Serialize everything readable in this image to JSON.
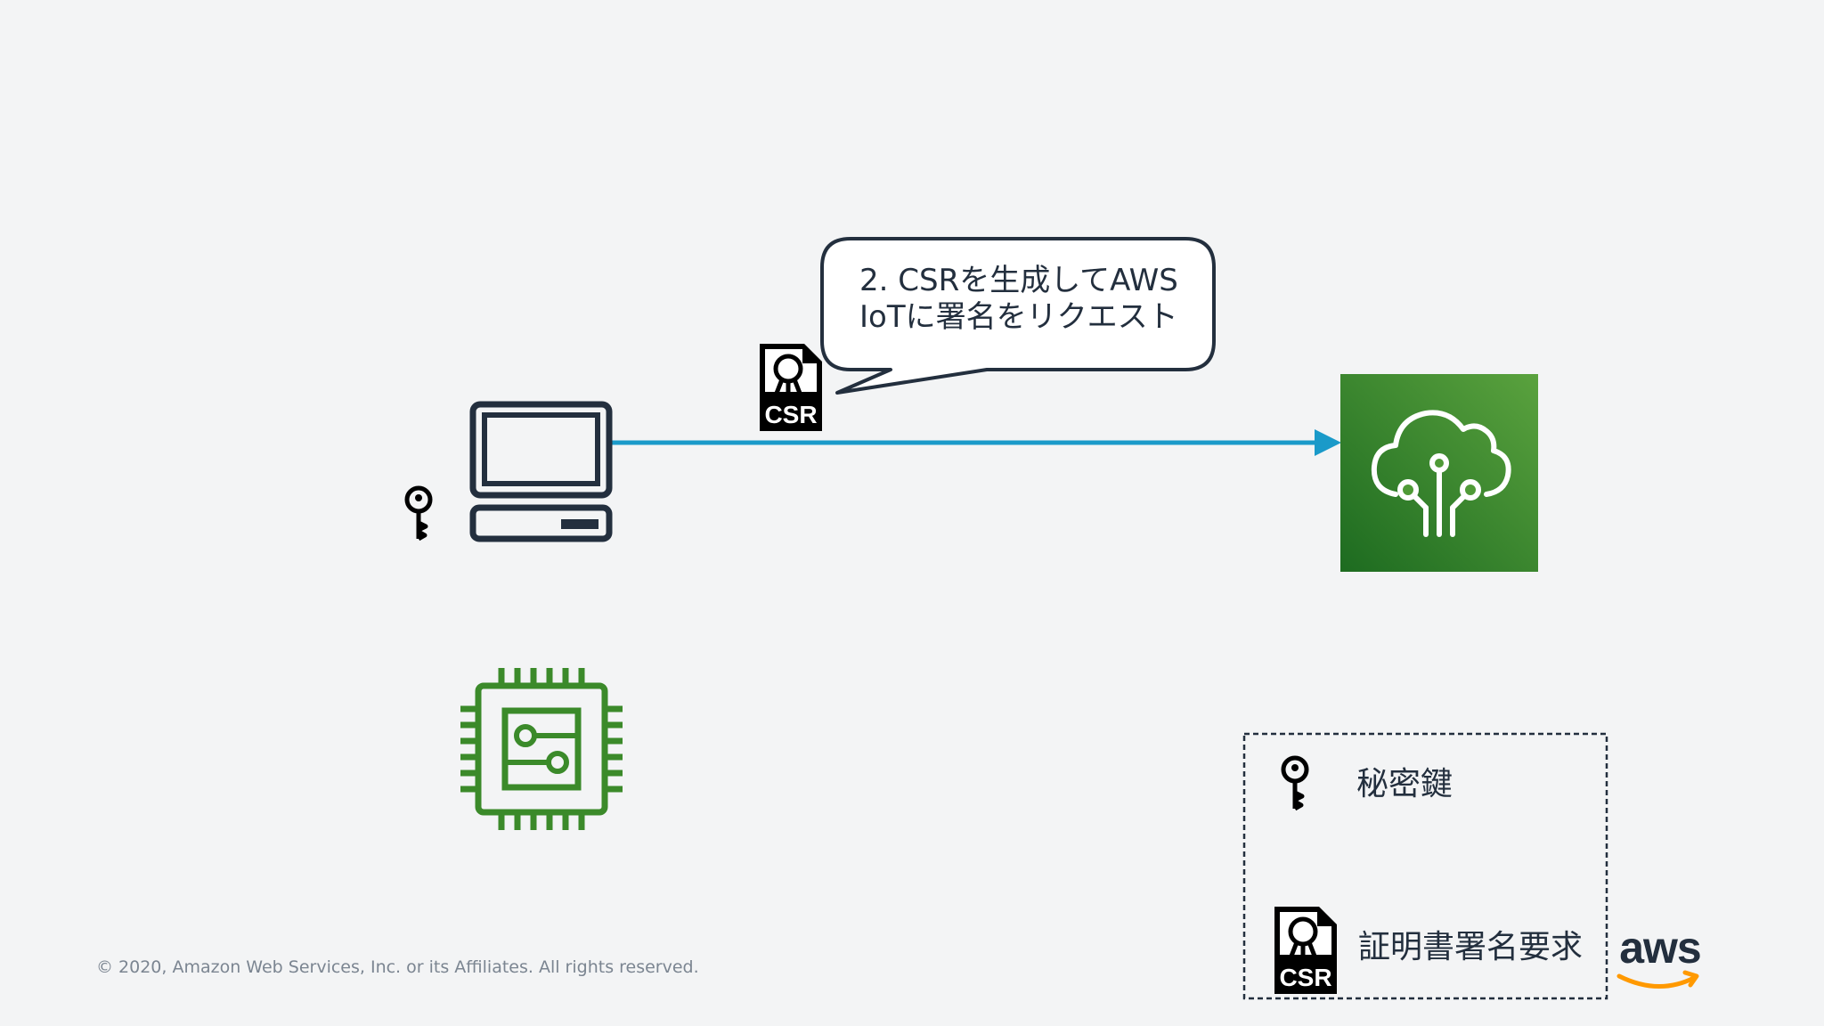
{
  "callout": {
    "line1": "2. CSRを生成してAWS",
    "line2": "IoTに署名をリクエスト"
  },
  "csr_badge_label": "CSR",
  "legend": {
    "private_key_label": "秘密鍵",
    "csr_label": "証明書署名要求",
    "csr_badge_label": "CSR"
  },
  "footer": {
    "copyright": "© 2020, Amazon Web Services, Inc. or its Affiliates. All rights reserved."
  },
  "logo": {
    "text": "aws"
  },
  "icons": {
    "device": "laptop-icon",
    "key": "key-icon",
    "chip": "microchip-icon",
    "service": "aws-iot-core-icon",
    "document": "csr-document-icon"
  },
  "colors": {
    "arrow": "#1a9ac9",
    "iot_green_dark": "#1d6b20",
    "iot_green_light": "#5aa23e",
    "chip_green": "#3b8a2a",
    "ink": "#232f3e",
    "aws_orange": "#ff9900"
  }
}
